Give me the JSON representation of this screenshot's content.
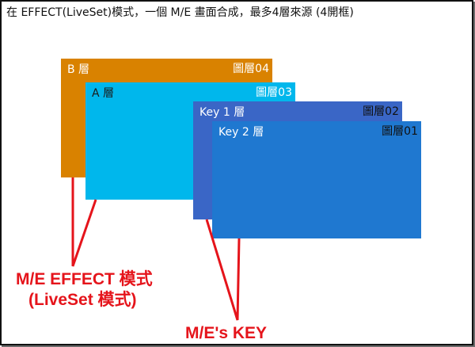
{
  "caption": "在 EFFECT(LiveSet)模式，一個 M/E 畫面合成，最多4層來源 (4開框)",
  "layers": [
    {
      "name": "B 層",
      "tag": "圖層04"
    },
    {
      "name": "A 層",
      "tag": "圖層03"
    },
    {
      "name": "Key 1 層",
      "tag": "圖層02"
    },
    {
      "name": "Key 2 層",
      "tag": "圖層01"
    }
  ],
  "annotations": {
    "effect_line1": "M/E EFFECT 模式",
    "effect_line2": "(LiveSet 模式)",
    "key": "M/E's KEY"
  },
  "colors": {
    "b_layer": "#d98200",
    "a_layer": "#00b7ec",
    "key1_layer": "#3a66c6",
    "key2_layer": "#1f78d0",
    "annotation": "#e5141b"
  }
}
